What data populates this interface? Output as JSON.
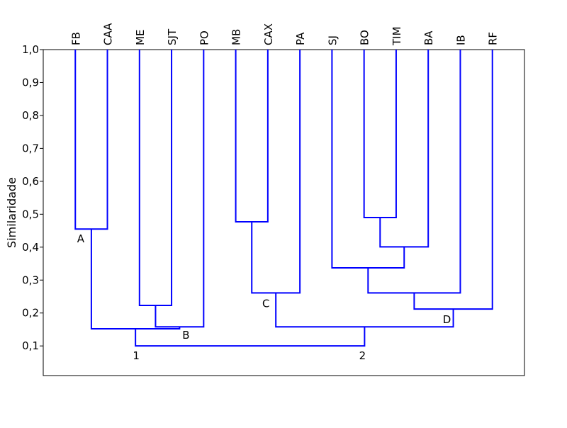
{
  "chart_data": {
    "type": "dendrogram",
    "title": "",
    "ylabel": "Similaridade",
    "xlabel": "",
    "ylim": [
      0.01,
      1.0
    ],
    "yticks": [
      0.1,
      0.2,
      0.3,
      0.4,
      0.5,
      0.6,
      0.7,
      0.8,
      0.9,
      1.0
    ],
    "ytick_labels": [
      "0,1",
      "0,2",
      "0,3",
      "0,4",
      "0,5",
      "0,6",
      "0,7",
      "0,8",
      "0,9",
      "1,0"
    ],
    "line_color": "#0000ff",
    "leaves": [
      "FB",
      "CAA",
      "ME",
      "SJT",
      "PO",
      "MB",
      "CAX",
      "PA",
      "SJ",
      "BO",
      "TIM",
      "BA",
      "IB",
      "RF"
    ],
    "merges": [
      {
        "id": "m1",
        "left": "FB",
        "right": "CAA",
        "height": 0.455
      },
      {
        "id": "m2",
        "left": "ME",
        "right": "SJT",
        "height": 0.223
      },
      {
        "id": "m3",
        "left": "m2",
        "right": "PO",
        "height": 0.158
      },
      {
        "id": "m4",
        "left": "m1",
        "right": "m3",
        "height": 0.152
      },
      {
        "id": "m5",
        "left": "MB",
        "right": "CAX",
        "height": 0.477
      },
      {
        "id": "m6",
        "left": "m5",
        "right": "PA",
        "height": 0.261
      },
      {
        "id": "m7",
        "left": "BO",
        "right": "TIM",
        "height": 0.49
      },
      {
        "id": "m8",
        "left": "m7",
        "right": "BA",
        "height": 0.401
      },
      {
        "id": "m9",
        "left": "SJ",
        "right": "m8",
        "height": 0.337
      },
      {
        "id": "m10",
        "left": "m9",
        "right": "IB",
        "height": 0.261
      },
      {
        "id": "m11",
        "left": "m10",
        "right": "RF",
        "height": 0.212
      },
      {
        "id": "m12",
        "left": "m6",
        "right": "m11",
        "height": 0.158
      },
      {
        "id": "m13",
        "left": "m4",
        "right": "m12",
        "height": 0.1
      }
    ],
    "annotations": [
      {
        "text": "A",
        "node": "m1"
      },
      {
        "text": "B",
        "node": "m3"
      },
      {
        "text": "C",
        "node": "m6"
      },
      {
        "text": "D",
        "node": "m11"
      },
      {
        "text": "1",
        "node": "m4"
      },
      {
        "text": "2",
        "node": "m12"
      }
    ]
  }
}
